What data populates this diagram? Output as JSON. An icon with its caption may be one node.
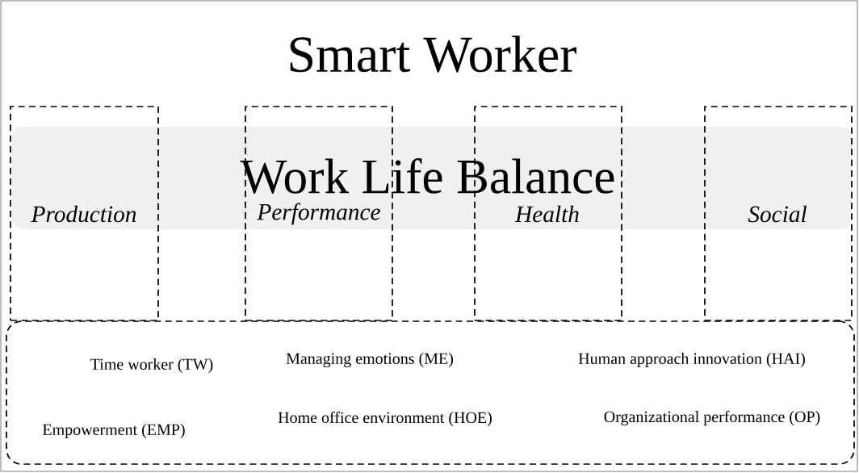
{
  "diagram": {
    "title": "Smart Worker",
    "nodes": [
      {
        "text": [
          "Work Life Balance"
        ]
      },
      {
        "text": [
          "Production"
        ]
      },
      {
        "text": [
          "Performance"
        ]
      },
      {
        "text": [
          "Health"
        ]
      },
      {
        "text": [
          "Social"
        ]
      },
      {
        "text": [
          "Time worker (TW)",
          "Managing emotions (ME)",
          "Human approach innovation (HAI)",
          "Empowerment (EMP)",
          "Home office environment (HOE)",
          "Organizational performance (OP)"
        ]
      }
    ],
    "edges": []
  }
}
